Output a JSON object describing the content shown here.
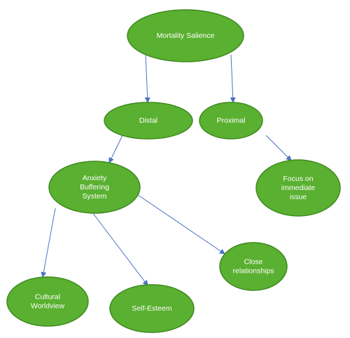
{
  "colors": {
    "node_fill": "#5ab030",
    "node_stroke": "#3f8a1f",
    "node_text": "#ffffff",
    "edge": "#4a72c4",
    "background": "#ffffff"
  },
  "nodes": [
    {
      "id": "mortality",
      "lines": [
        "Mortality Salience"
      ]
    },
    {
      "id": "distal",
      "lines": [
        "Distal"
      ]
    },
    {
      "id": "proximal",
      "lines": [
        "Proximal"
      ]
    },
    {
      "id": "anxiety",
      "lines": [
        "Anxiety",
        "Buffering",
        "System"
      ]
    },
    {
      "id": "focus",
      "lines": [
        "Focus on",
        "immediate",
        "issue"
      ]
    },
    {
      "id": "close",
      "lines": [
        "Close",
        "relationships"
      ]
    },
    {
      "id": "cultural",
      "lines": [
        "Cultural",
        "Worldview"
      ]
    },
    {
      "id": "selfesteem",
      "lines": [
        "Self-Esteem"
      ]
    }
  ],
  "edges": [
    {
      "from": "mortality",
      "to": "distal"
    },
    {
      "from": "mortality",
      "to": "proximal"
    },
    {
      "from": "distal",
      "to": "anxiety"
    },
    {
      "from": "proximal",
      "to": "focus"
    },
    {
      "from": "anxiety",
      "to": "cultural"
    },
    {
      "from": "anxiety",
      "to": "selfesteem"
    },
    {
      "from": "anxiety",
      "to": "close"
    }
  ]
}
